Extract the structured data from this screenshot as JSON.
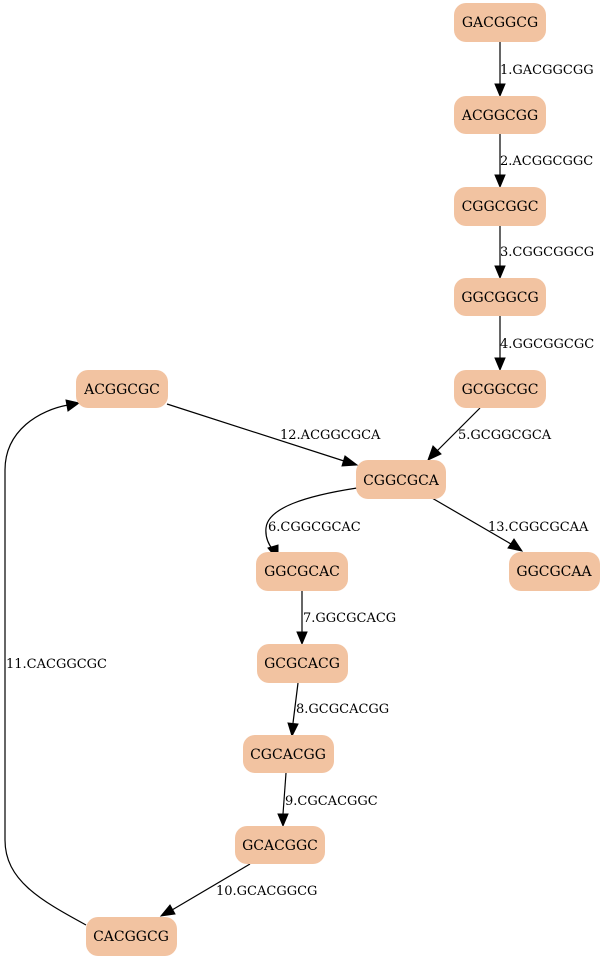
{
  "nodes": {
    "n_GACGGCG": "GACGGCG",
    "n_ACGGCGG": "ACGGCGG",
    "n_CGGCGGC": "CGGCGGC",
    "n_GGCGGCG": "GGCGGCG",
    "n_GCGGCGC": "GCGGCGC",
    "n_ACGGCGC": "ACGGCGC",
    "n_CGGCGCA": "CGGCGCA",
    "n_GGCGCAC": "GGCGCAC",
    "n_GGCGCAA": "GGCGCAA",
    "n_GCGCACG": "GCGCACG",
    "n_CGCACGG": "CGCACGG",
    "n_GCACGGC": "GCACGGC",
    "n_CACGGCG": "CACGGCG"
  },
  "edges": {
    "e1": "1.GACGGCGG",
    "e2": "2.ACGGCGGC",
    "e3": "3.CGGCGGCG",
    "e4": "4.GGCGGCGC",
    "e5": "5.GCGGCGCA",
    "e6": "6.CGGCGCAC",
    "e7": "7.GGCGCACG",
    "e8": "8.GCGCACGG",
    "e9": "9.CGCACGGC",
    "e10": "10.GCACGGCG",
    "e11": "11.CACGGCGC",
    "e12": "12.ACGGCGCA",
    "e13": "13.CGGCGCAA"
  },
  "colors": {
    "node_fill": "#f2c3a1",
    "edge": "#000000"
  }
}
